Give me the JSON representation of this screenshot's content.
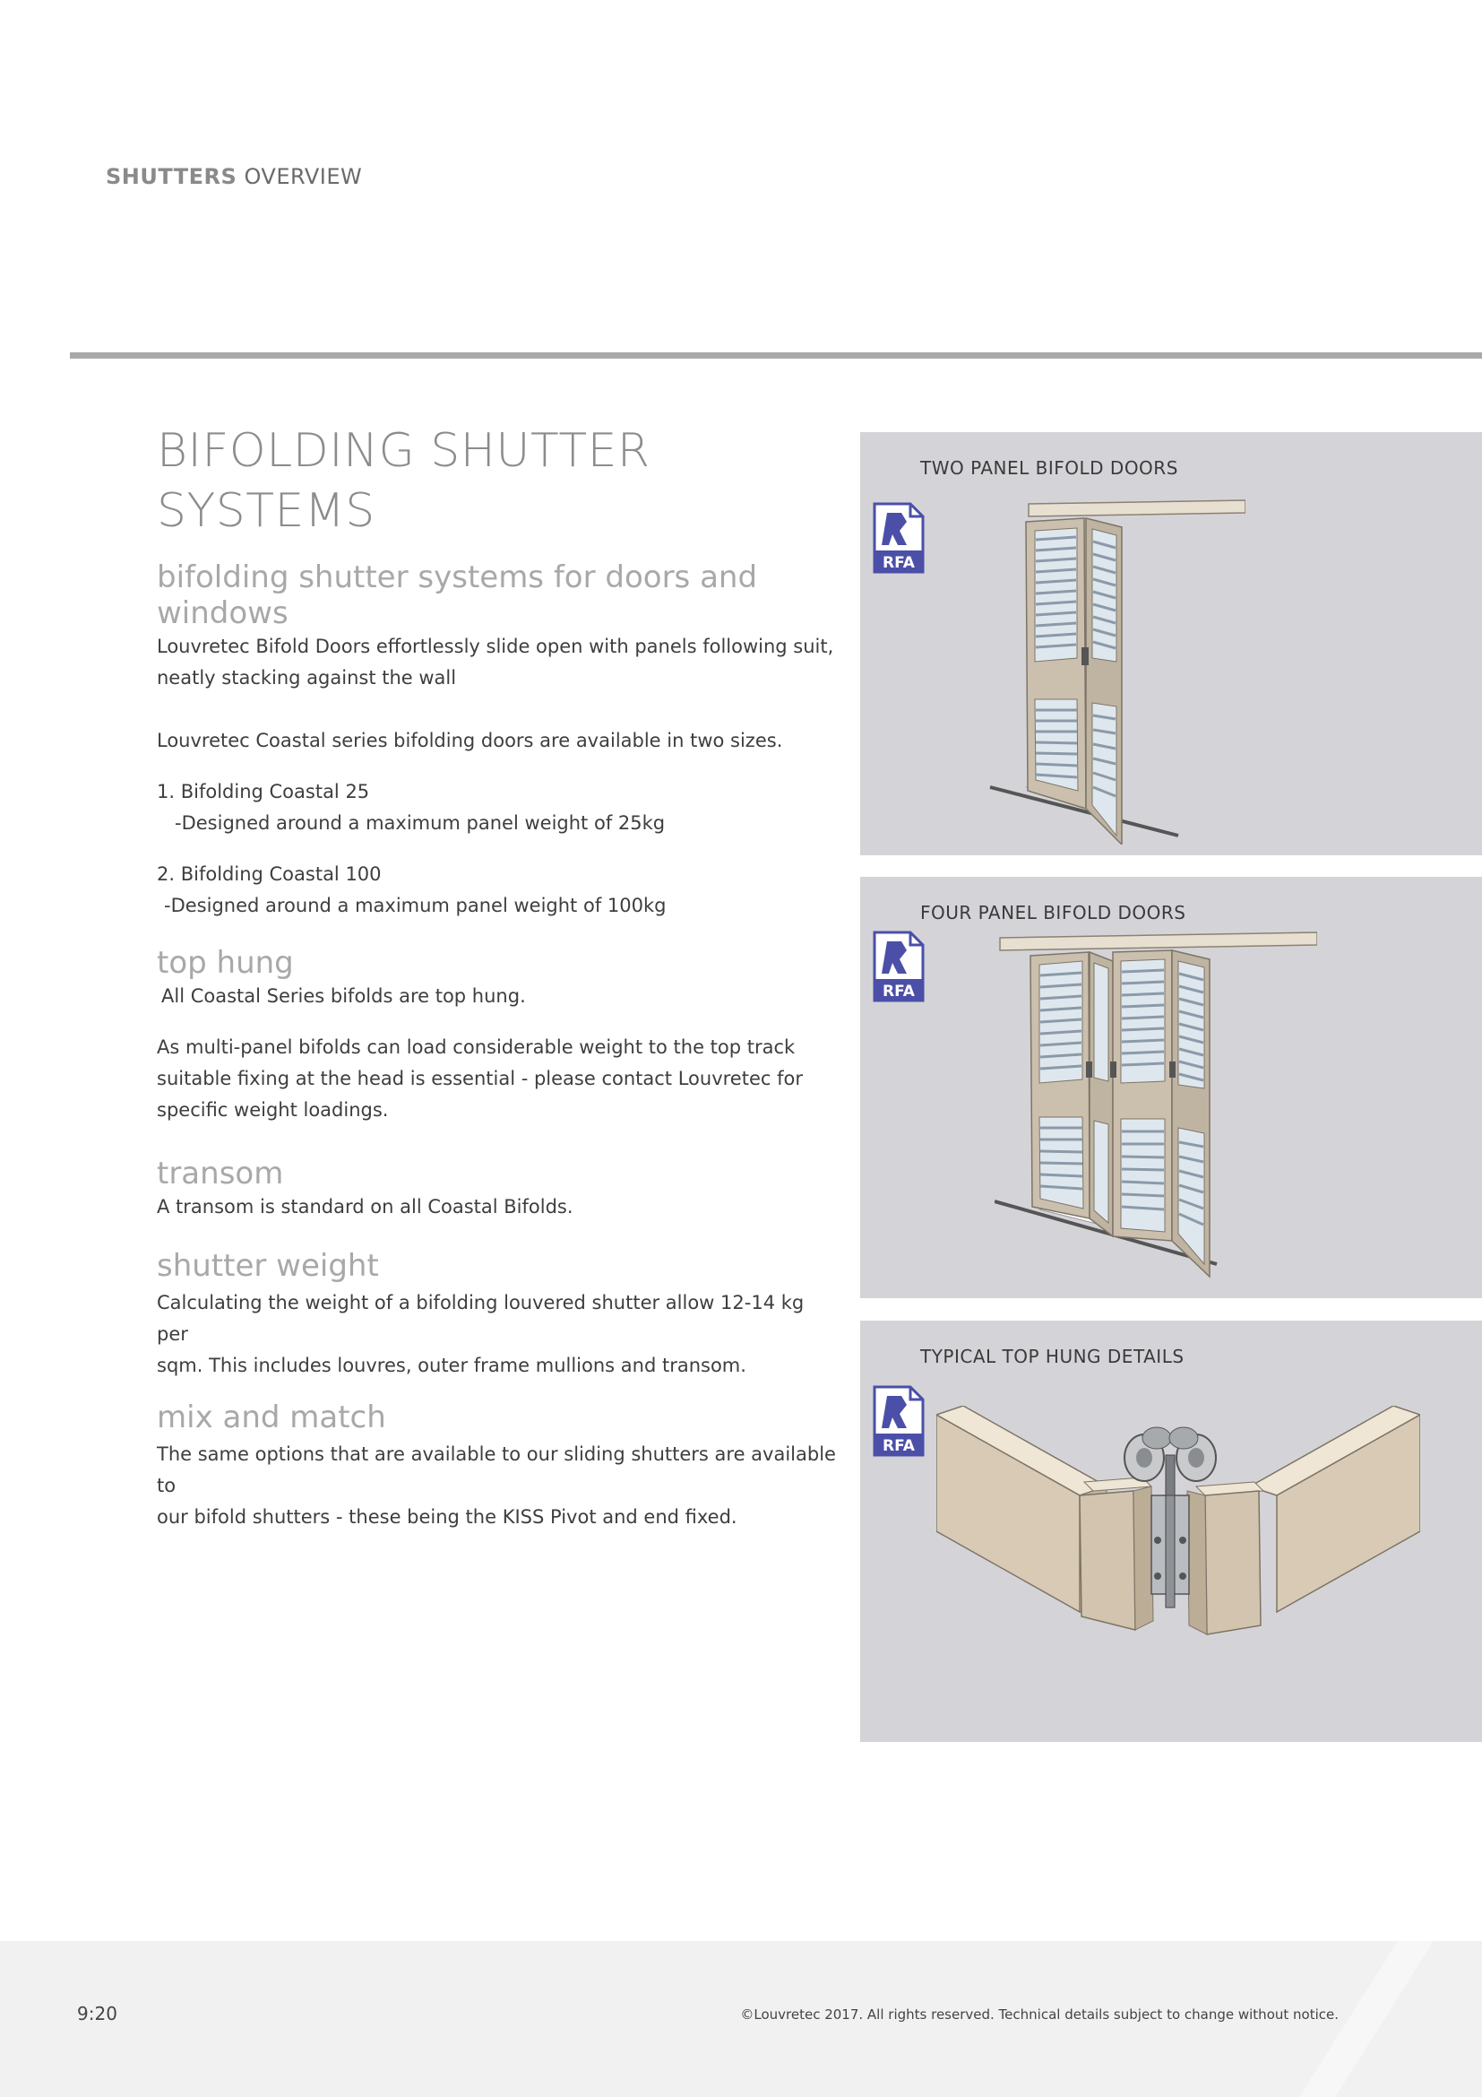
{
  "header": {
    "bold": "SHUTTERS",
    "rest": "OVERVIEW"
  },
  "title_line1": "BIFOLDING SHUTTER",
  "title_line2": "SYSTEMS",
  "sections": {
    "intro_heading": "bifolding shutter systems for doors and windows",
    "intro_p1_line1": "Louvretec Bifold Doors effortlessly slide open with panels following suit,",
    "intro_p1_line2": "neatly stacking against the wall",
    "intro_p2": "Louvretec Coastal series bifolding doors are available in two sizes.",
    "list1_title": "1. Bifolding Coastal 25",
    "list1_desc": "-Designed around a maximum panel weight of 25kg",
    "list2_title": "2. Bifolding Coastal 100",
    "list2_desc": "-Designed around a maximum panel weight of 100kg",
    "top_hung_heading": "top hung",
    "top_hung_p1": "All Coastal Series bifolds are top hung.",
    "top_hung_p2_line1": "As multi-panel bifolds can load considerable weight to the top track",
    "top_hung_p2_line2": "suitable fixing at the head is essential - please contact Louvretec for",
    "top_hung_p2_line3": "specific weight loadings.",
    "transom_heading": "transom",
    "transom_p": "A transom is standard on all Coastal Bifolds.",
    "weight_heading": "shutter weight",
    "weight_p_line1": "Calculating the weight of a bifolding louvered shutter allow 12-14 kg per",
    "weight_p_line2": "sqm. This includes louvres, outer frame mullions and transom.",
    "mix_heading": "mix and match",
    "mix_p_line1": "The same options that are available to our sliding shutters are available to",
    "mix_p_line2": "our bifold shutters - these being the KISS Pivot and end fixed."
  },
  "panels": [
    {
      "label": "TWO PANEL BIFOLD DOORS",
      "badge": "RFA"
    },
    {
      "label": "FOUR PANEL BIFOLD DOORS",
      "badge": "RFA"
    },
    {
      "label": "TYPICAL TOP HUNG DETAILS",
      "badge": "RFA"
    }
  ],
  "footer": {
    "page_number": "9:20",
    "copyright": "©Louvretec 2017. All rights reserved. Technical details subject to change without notice."
  },
  "colors": {
    "rule": "#a9a9a9",
    "panel_bg": "#d4d4d8",
    "rfa_blue": "#4b4fa8",
    "frame": "#cbbfae"
  }
}
